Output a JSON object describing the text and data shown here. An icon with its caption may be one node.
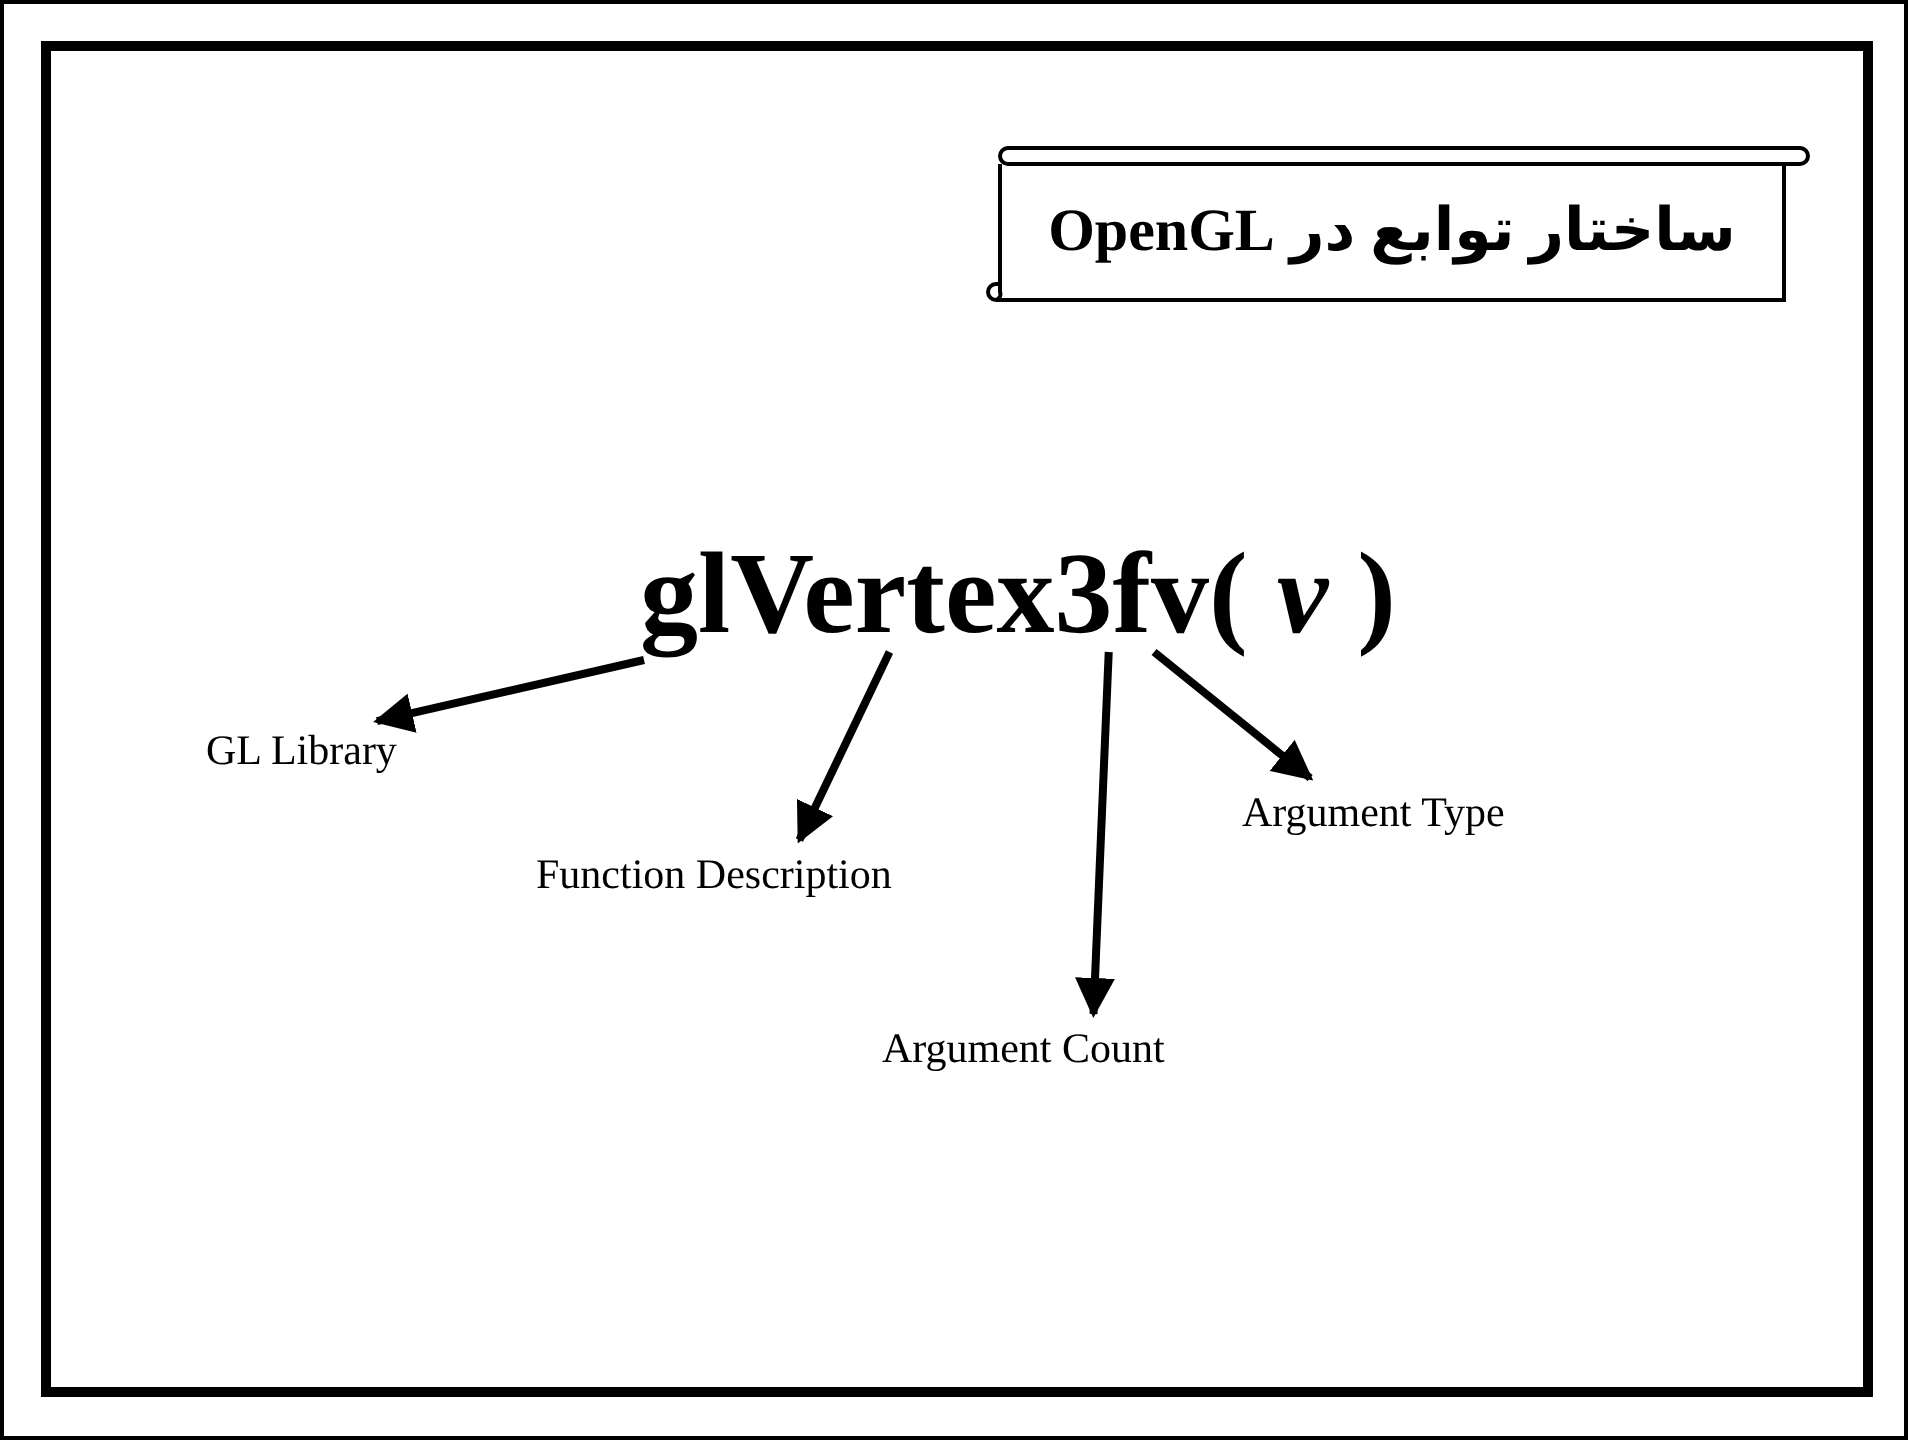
{
  "diagram": {
    "title": "ساختار توابع در OpenGL",
    "nodes": [
      {
        "text": [
          "glVertex3fv( *v* )"
        ]
      },
      {
        "text": [
          "GL Library"
        ]
      },
      {
        "text": [
          "Function Description"
        ]
      },
      {
        "text": [
          "Argument Count"
        ]
      },
      {
        "text": [
          "Argument Type"
        ]
      }
    ],
    "edges": [
      {
        "from": 0,
        "to": 1,
        "arrow": "to"
      },
      {
        "from": 0,
        "to": 2,
        "arrow": "to"
      },
      {
        "from": 0,
        "to": 3,
        "arrow": "to"
      },
      {
        "from": 0,
        "to": 4,
        "arrow": "to"
      }
    ]
  }
}
